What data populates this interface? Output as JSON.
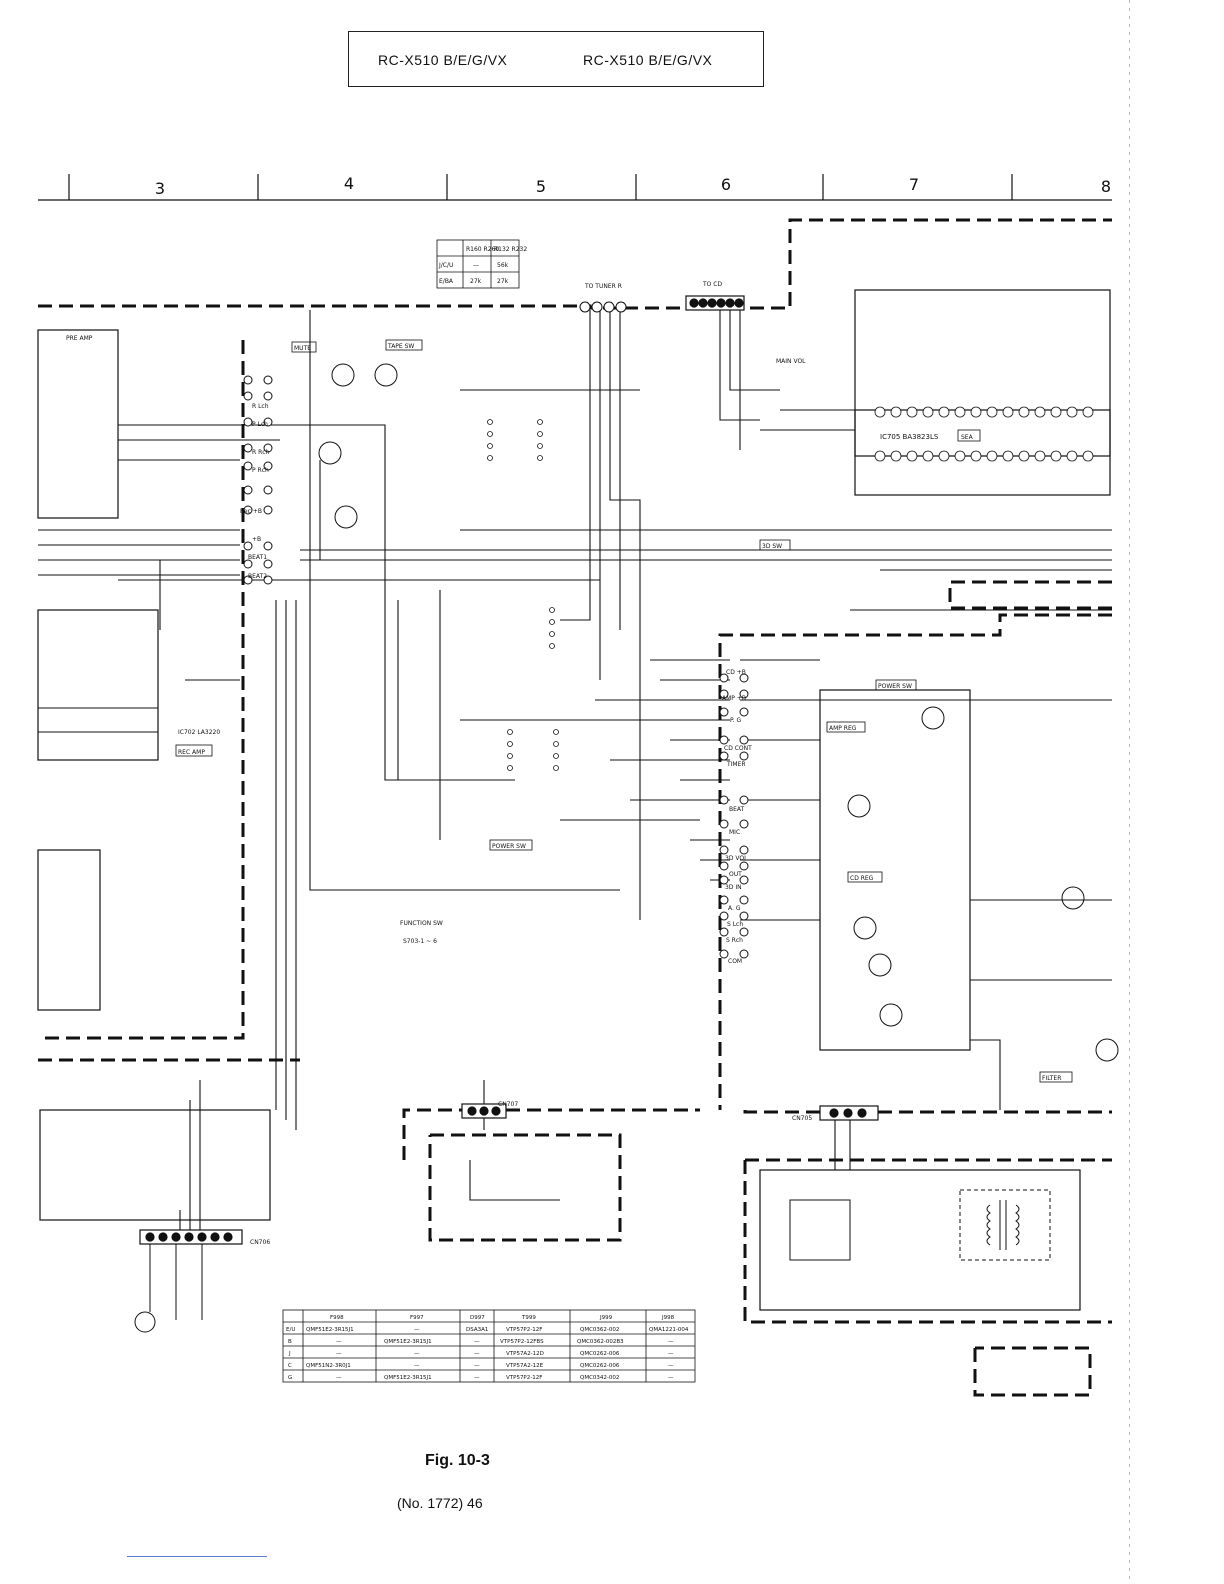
{
  "header": {
    "left": "RC-X510 B/E/G/VX",
    "right": "RC-X510 B/E/G/VX"
  },
  "grid": [
    "3",
    "4",
    "5",
    "6",
    "7",
    "8"
  ],
  "caption": "Fig. 10-3",
  "page_number": "(No. 1772)  46",
  "resistor_table": {
    "header": [
      "",
      "R160 R260",
      "R132 R232"
    ],
    "rows": [
      [
        "J/C/U",
        "—",
        "56k"
      ],
      [
        "E/BA",
        "27k",
        "27k"
      ]
    ]
  },
  "blocks": {
    "ic705": "IC705   BA3823LS",
    "sea": "SEA",
    "ic702": "IC702 LA3220",
    "rec_amp": "REC AMP",
    "pre_amp": "PRE AMP",
    "main_vol": "MAIN VOL",
    "to_tuner": "TO TUNER R",
    "to_cd": "TO CD",
    "power_sw": "POWER SW",
    "amp_reg": "AMP REG",
    "cd_reg": "CD REG",
    "filter": "FILTER",
    "function_sw": "FUNCTION SW",
    "s7031": "S703-1 ~ 6",
    "cn707": "CN707",
    "cn705": "CN705",
    "cn706": "CN706",
    "mute": "MUTE",
    "tape_sw": "TAPE SW",
    "sd_sw": "3D SW"
  },
  "parts_table": {
    "header": [
      "",
      "F998",
      "F997",
      "D997",
      "T999",
      "J999",
      "J998"
    ],
    "rows": [
      [
        "E/U",
        "QMF51E2-3R15J1",
        "—",
        "DSA3A1",
        "VTP57P2-12F",
        "QMC0362-002",
        "QMA1221-004"
      ],
      [
        "B",
        "—",
        "QMF51E2-3R15J1",
        "—",
        "VTP57P2-12FBS",
        "QMC0362-002B3",
        "—"
      ],
      [
        "J",
        "—",
        "—",
        "—",
        "VTP57A2-12D",
        "QMC0262-006",
        "—"
      ],
      [
        "C",
        "QMF51N2-3R0J1",
        "—",
        "—",
        "VTP57A2-12E",
        "QMC0262-006",
        "—"
      ],
      [
        "G",
        "—",
        "QMF51E2-3R15J1",
        "—",
        "VTP57P2-12F",
        "QMC0342-002",
        "—"
      ]
    ]
  },
  "connector_labels": [
    "CD +B",
    "AMP +B",
    "P. G",
    "CD CONT",
    "TIMER",
    "BEAT",
    "MIC",
    "3D VOL",
    "OUT",
    "3D IN",
    "A. G",
    "S Lch",
    "S Rch",
    "COM"
  ],
  "left_labels": [
    "R Lch",
    "P Lch",
    "R Rch",
    "P Rch",
    "Rec +B",
    "+B",
    "BEAT1",
    "BEAT2"
  ]
}
